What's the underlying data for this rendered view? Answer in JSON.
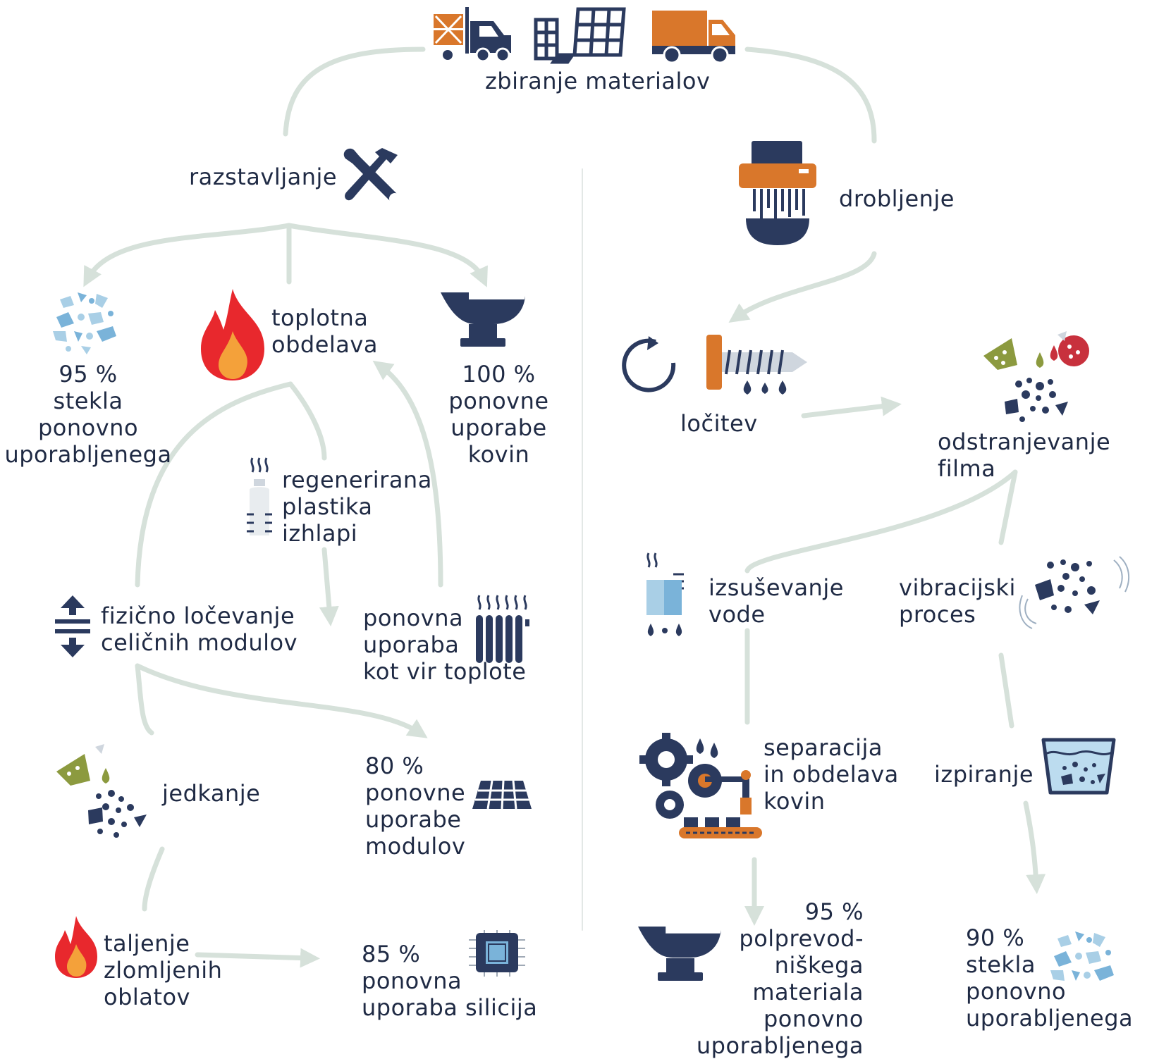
{
  "colors": {
    "navy": "#2b3a5e",
    "orange": "#d9772b",
    "arrow": "#d6e1da",
    "glass": "#a9cfe6",
    "glass_dark": "#7ab3d9",
    "fire_red": "#e8282d",
    "fire_orange": "#f4a13a",
    "olive": "#8c9a3f",
    "crimson": "#c8313d",
    "pale_blue": "#bcdcef"
  },
  "icons": [
    "truck-icon",
    "solar-panels-icon",
    "van-icon",
    "tools-icon",
    "shredder-icon",
    "glass-shards-icon",
    "fire-icon",
    "anvil-icon",
    "screw-rotate-icon",
    "chemical-etch-icon",
    "steam-bottle-icon",
    "radiator-icon",
    "split-arrows-icon",
    "steam-water-icon",
    "vibration-particles-icon",
    "solar-panel-icon",
    "gears-factory-icon",
    "washing-basin-icon",
    "chip-icon"
  ],
  "labels": {
    "collection": "zbiranje materialov",
    "disassembly": "razstavljanje",
    "shredding": "drobljenje",
    "glass_left": "95 %\nstekla\nponovno\nuporabljenega",
    "thermal": "toplotna\nobdelava",
    "metals_left": "100 %\nponovne\nuporabe\nkovin",
    "separation": "ločitev",
    "film_removal": "odstranjevanje\nfilma",
    "plastic": "regenerirana\nplastika\nizhlapi",
    "physical_sep": "fizično ločevanje\nceličnih modulov",
    "heat_reuse": "ponovna\nuporaba\nkot vir toplote",
    "drying": "izsuševanje\nvode",
    "vibration": "vibracijski\nproces",
    "etching": "jedkanje",
    "modules": "80 %\nponovne\nuporabe\nmodulov",
    "metal_proc": "separacija\nin obdelava\nkovin",
    "rinsing": "izpiranje",
    "melting": "taljenje\nzlomljenih\noblatov",
    "silicon": "85 %\nponovna\nuporaba silicija",
    "semiconductor": "95 %\npolprevod-\nniškega\nmateriala\nponovno\nuporabljenega",
    "glass_right": "90 %\nstekla\nponovno\nuporabljenega"
  }
}
